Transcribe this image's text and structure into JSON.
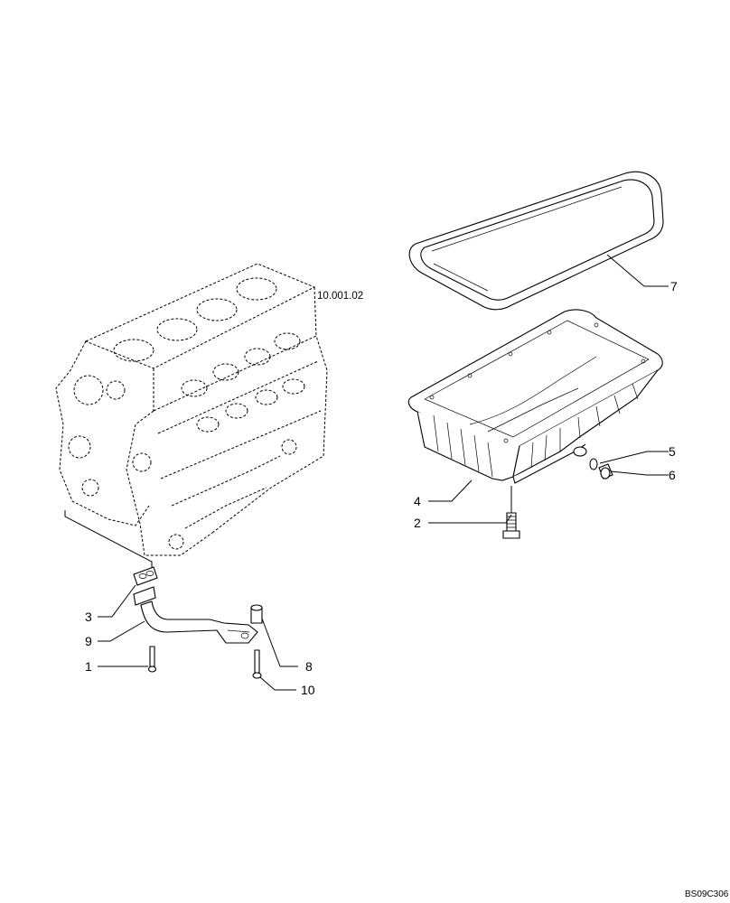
{
  "diagram": {
    "reference_label": "10.001.02",
    "drawing_code": "BS09C306",
    "callouts": {
      "c1": "1",
      "c2": "2",
      "c3": "3",
      "c4": "4",
      "c5": "5",
      "c6": "6",
      "c7": "7",
      "c8": "8",
      "c9": "9",
      "c10": "10"
    }
  }
}
